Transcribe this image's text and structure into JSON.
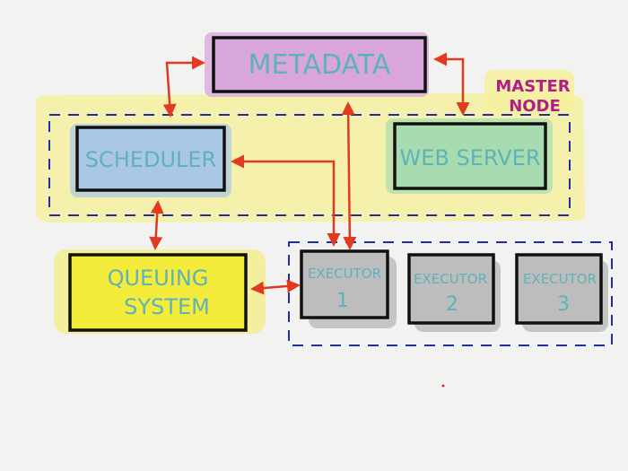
{
  "diagram": {
    "nodes": {
      "metadata": "METADATA",
      "scheduler": "SCHEDULER",
      "web_server": "WEB SERVER",
      "queuing_line1": "QUEUING",
      "queuing_line2": "SYSTEM",
      "executor1_label": "EXECUTOR",
      "executor1_num": "1",
      "executor2_label": "EXECUTOR",
      "executor2_num": "2",
      "executor3_label": "EXECUTOR",
      "executor3_num": "3"
    },
    "group_labels": {
      "master_line1": "MASTER",
      "master_line2": "NODE"
    },
    "colors": {
      "metadata_fill": "#d9a6dc",
      "scheduler_fill": "#aac8e6",
      "web_server_fill": "#a8dcb0",
      "queuing_fill": "#f3ec3a",
      "executor_fill": "#bdbdbd",
      "master_highlight": "#f6f1a0",
      "dashed_border": "#1f2ea6",
      "arrow": "#e03a1f",
      "text": "#5fb3b8",
      "note_text": "#b01e86"
    }
  }
}
